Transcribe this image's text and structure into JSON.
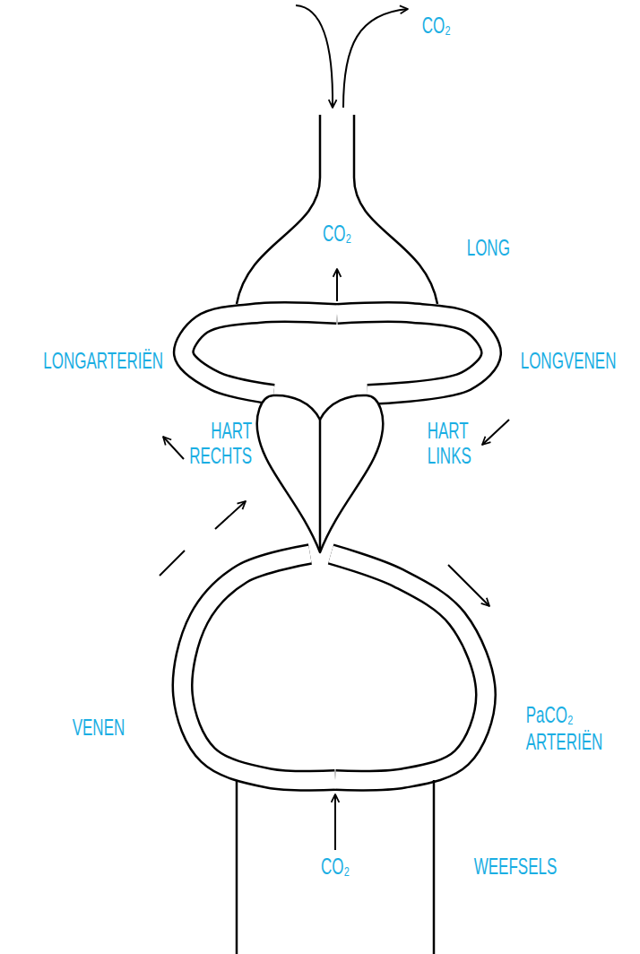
{
  "diagram": {
    "nodes": [
      {
        "text": [
          "CO₂",
          "LONG"
        ]
      },
      {
        "text": [
          "HART RECHTS",
          "HART LINKS"
        ]
      },
      {
        "text": [
          "CO₂",
          "WEEFSELS"
        ]
      }
    ],
    "edges": [
      {
        "from": 1,
        "to": 0,
        "arrow": "none"
      },
      {
        "from": 0,
        "to": 1,
        "arrow": "none"
      },
      {
        "from": 1,
        "to": 2,
        "arrow": "none"
      },
      {
        "from": 2,
        "to": 1,
        "arrow": "none"
      }
    ],
    "labels": [
      "CO₂",
      "LONGARTERIËN",
      "LONGVENEN",
      "VENEN",
      "PaCO₂",
      "ARTERIËN"
    ]
  }
}
